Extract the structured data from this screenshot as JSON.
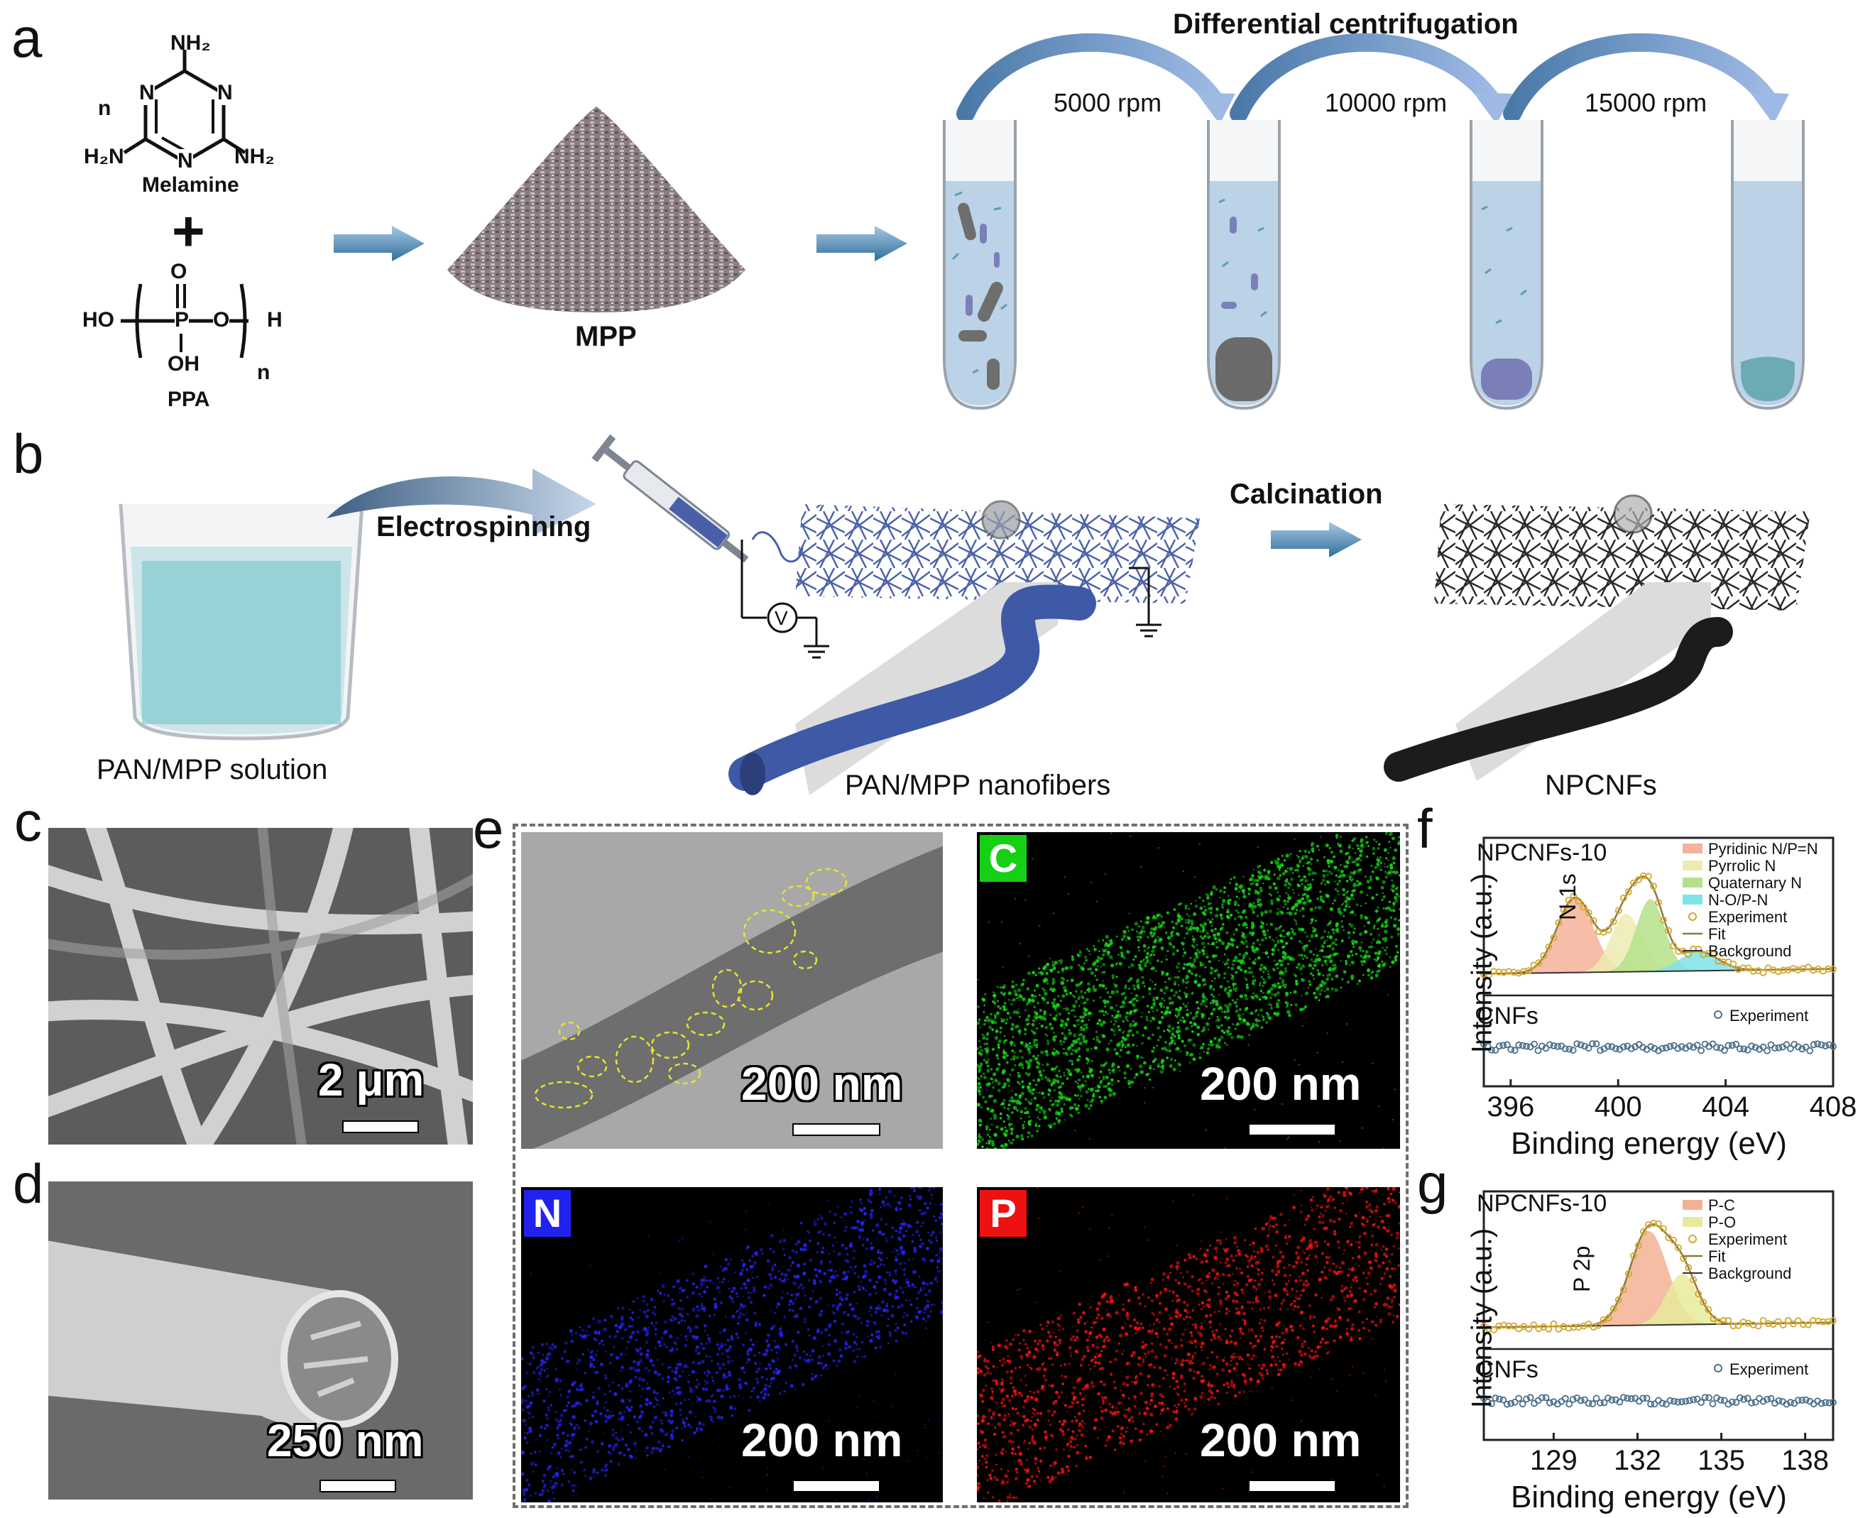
{
  "panels": {
    "a": "a",
    "b": "b",
    "c": "c",
    "d": "d",
    "e": "e",
    "f": "f",
    "g": "g"
  },
  "a": {
    "title": "Differential centrifugation",
    "melamine": {
      "name": "Melamine",
      "n": "n",
      "nh2_top": "NH₂",
      "nh2_left": "H₂N",
      "nh2_right": "NH₂",
      "ring_n": "N"
    },
    "plus": "+",
    "ppa": {
      "name": "PPA",
      "ho": "HO",
      "h": "H",
      "p": "P",
      "o_top": "O",
      "o_mid": "O",
      "oh": "OH",
      "n": "n"
    },
    "mpp": "MPP",
    "speeds": [
      "5000 rpm",
      "10000 rpm",
      "15000 rpm"
    ]
  },
  "b": {
    "solution": "PAN/MPP solution",
    "electrospinning": "Electrospinning",
    "nanofibers": "PAN/MPP nanofibers",
    "calcination": "Calcination",
    "npcnfs": "NPCNFs",
    "voltage": "V"
  },
  "c": {
    "scale": "2 μm"
  },
  "d": {
    "scale": "250 nm"
  },
  "e": {
    "tem_scale": "200 nm",
    "maps": [
      {
        "element": "C",
        "scale": "200 nm",
        "color": "#16d016"
      },
      {
        "element": "N",
        "scale": "200 nm",
        "color": "#2222ee"
      },
      {
        "element": "P",
        "scale": "200 nm",
        "color": "#ee1111"
      }
    ]
  },
  "chart_data": [
    {
      "type": "line",
      "sample": "NPCNFs-10",
      "reference": "CNFs",
      "peak_label": "N 1s",
      "xlabel": "Binding energy (eV)",
      "ylabel": "Intensity (a.u.)",
      "xticks": [
        396,
        400,
        404,
        408
      ],
      "xlim": [
        395,
        408
      ],
      "legend": [
        "Pyridinic N/P=N",
        "Pyrrolic N",
        "Quaternary N",
        "N-O/P-N",
        "Experiment",
        "Fit",
        "Background"
      ],
      "reference_legend": "Experiment",
      "components": [
        {
          "name": "Pyridinic N/P=N",
          "center": 398.4,
          "height": 0.62,
          "width": 0.95,
          "color": "#f4b39a"
        },
        {
          "name": "Pyrrolic N",
          "center": 400.3,
          "height": 0.48,
          "width": 0.8,
          "color": "#ecebb0"
        },
        {
          "name": "Quaternary N",
          "center": 401.2,
          "height": 0.6,
          "width": 0.75,
          "color": "#b5e08a"
        },
        {
          "name": "N-O/P-N",
          "center": 403.0,
          "height": 0.16,
          "width": 1.0,
          "color": "#7fe3ea"
        }
      ]
    },
    {
      "type": "line",
      "sample": "NPCNFs-10",
      "reference": "CNFs",
      "peak_label": "P 2p",
      "xlabel": "Binding energy (eV)",
      "ylabel": "Intensity (a.u.)",
      "xticks": [
        129,
        132,
        135,
        138
      ],
      "xlim": [
        126.5,
        139
      ],
      "legend": [
        "P-C",
        "P-O",
        "Experiment",
        "Fit",
        "Background"
      ],
      "reference_legend": "Experiment",
      "components": [
        {
          "name": "P-C",
          "center": 132.4,
          "height": 0.78,
          "width": 0.95,
          "color": "#f3b194"
        },
        {
          "name": "P-O",
          "center": 133.6,
          "height": 0.42,
          "width": 0.8,
          "color": "#e7ea9c"
        }
      ]
    }
  ]
}
